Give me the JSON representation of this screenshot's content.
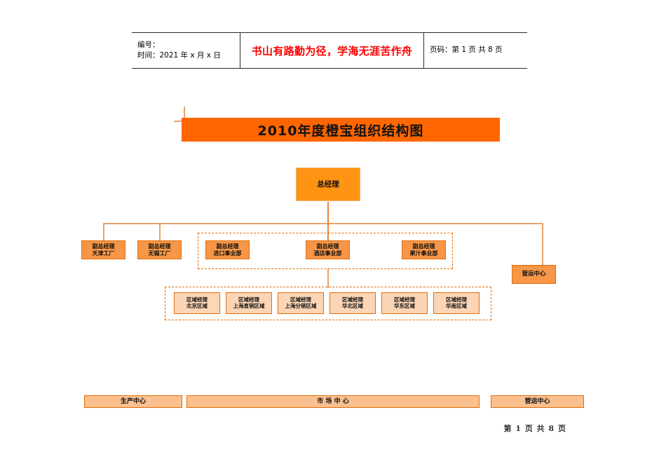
{
  "header": {
    "code_label": "编号：",
    "time_label": "时间：2021 年 x 月 x 日",
    "slogan": "书山有路勤为径，学海无涯苦作舟",
    "page_info": "页码：第 1 页  共 8 页"
  },
  "title": {
    "text": "2010年度橙宝组织结构图",
    "banner_color": "#FF6600"
  },
  "chart": {
    "root": {
      "label": "总经理"
    },
    "level2": [
      {
        "label_line1": "副总经理",
        "label_line2": "天津工厂"
      },
      {
        "label_line1": "副总经理",
        "label_line2": "无锡工厂"
      },
      {
        "label_line1": "副总经理",
        "label_line2": "进口事业部"
      },
      {
        "label_line1": "副总经理",
        "label_line2": "酒店事业部"
      },
      {
        "label_line1": "副总经理",
        "label_line2": "果汁事业部"
      }
    ],
    "ops_node": {
      "label": "营运中心"
    },
    "level3": [
      {
        "label_line1": "区域经理",
        "label_line2": "北京区域"
      },
      {
        "label_line1": "区域经理",
        "label_line2": "上海直销区域"
      },
      {
        "label_line1": "区域经理",
        "label_line2": "上海分销区域"
      },
      {
        "label_line1": "区域经理",
        "label_line2": "华北区域"
      },
      {
        "label_line1": "区域经理",
        "label_line2": "华东区域"
      },
      {
        "label_line1": "区域经理",
        "label_line2": "华南区域"
      }
    ],
    "bottom_bars": [
      {
        "label": "生产中心"
      },
      {
        "label": "市  场  中  心"
      },
      {
        "label": "营运中心"
      }
    ],
    "colors": {
      "gm_box": "#FF9314",
      "vgm_box": "#F79646",
      "region_box": "#FBD5B5",
      "bar_box": "#FAC090",
      "border": "#E36C09",
      "connector": "#E8833A"
    }
  },
  "footer": {
    "page_number": "第 1 页 共 8 页"
  }
}
